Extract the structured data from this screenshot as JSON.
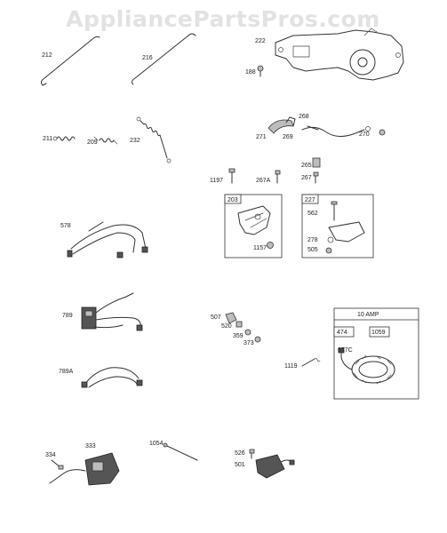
{
  "watermark": "AppliancePartsPros.com",
  "callouts": {
    "p212": "212",
    "p216": "216",
    "p222": "222",
    "p188": "188",
    "p211": "211",
    "p209": "209",
    "p232": "232",
    "p268": "268",
    "p271": "271",
    "p269": "269",
    "p270": "270",
    "p1197": "1197",
    "p267A": "267A",
    "p265": "265",
    "p267": "267",
    "p203": "203",
    "p1157": "1157",
    "p227": "227",
    "p562": "562",
    "p278": "278",
    "p505": "505",
    "p578": "578",
    "p789": "789",
    "p789A": "789A",
    "p507": "507",
    "p520": "520",
    "p359": "359",
    "p373": "373",
    "p1119": "1119",
    "p10amp": "10 AMP",
    "p474": "474",
    "p1059": "1059",
    "p677C": "677C",
    "p334": "334",
    "p333": "333",
    "p1054": "1054",
    "p526": "526",
    "p501": "501"
  }
}
